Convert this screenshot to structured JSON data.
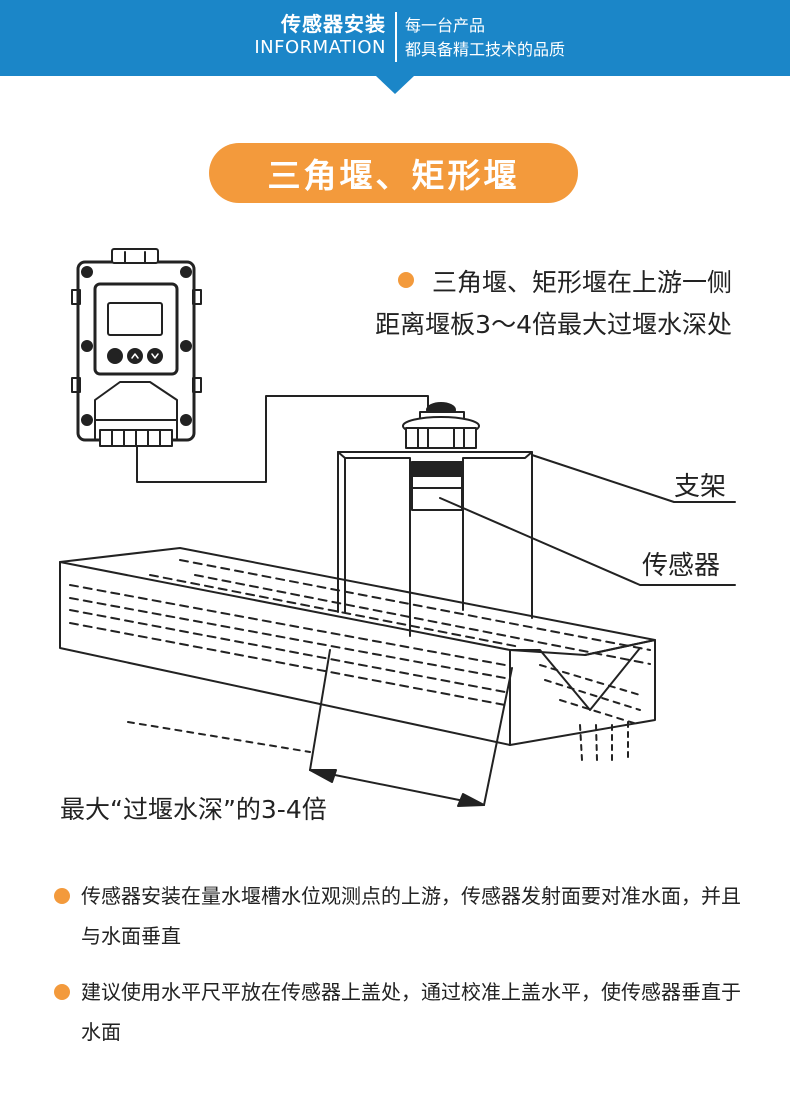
{
  "header": {
    "title": "传感器安装",
    "subtitle": "INFORMATION",
    "slogan_line1": "每一台产品",
    "slogan_line2": "都具备精工技术的品质",
    "color": "#1b86c8"
  },
  "section_title": "三角堰、矩形堰",
  "accent_color": "#f39a3c",
  "note": {
    "line1": "三角堰、矩形堰在上游一侧",
    "line2": "距离堰板3～4倍最大过堰水深处"
  },
  "diagram": {
    "label_bracket": "支架",
    "label_sensor": "传感器",
    "label_distance": "最大“过堰水深”的3-4倍"
  },
  "bullets": [
    {
      "text": "传感器安装在量水堰槽水位观测点的上游，传感器发射面要对准水面，并且与水面垂直"
    },
    {
      "text": "建议使用水平尺平放在传感器上盖处，通过校准上盖水平，使传感器垂直于水面"
    }
  ]
}
